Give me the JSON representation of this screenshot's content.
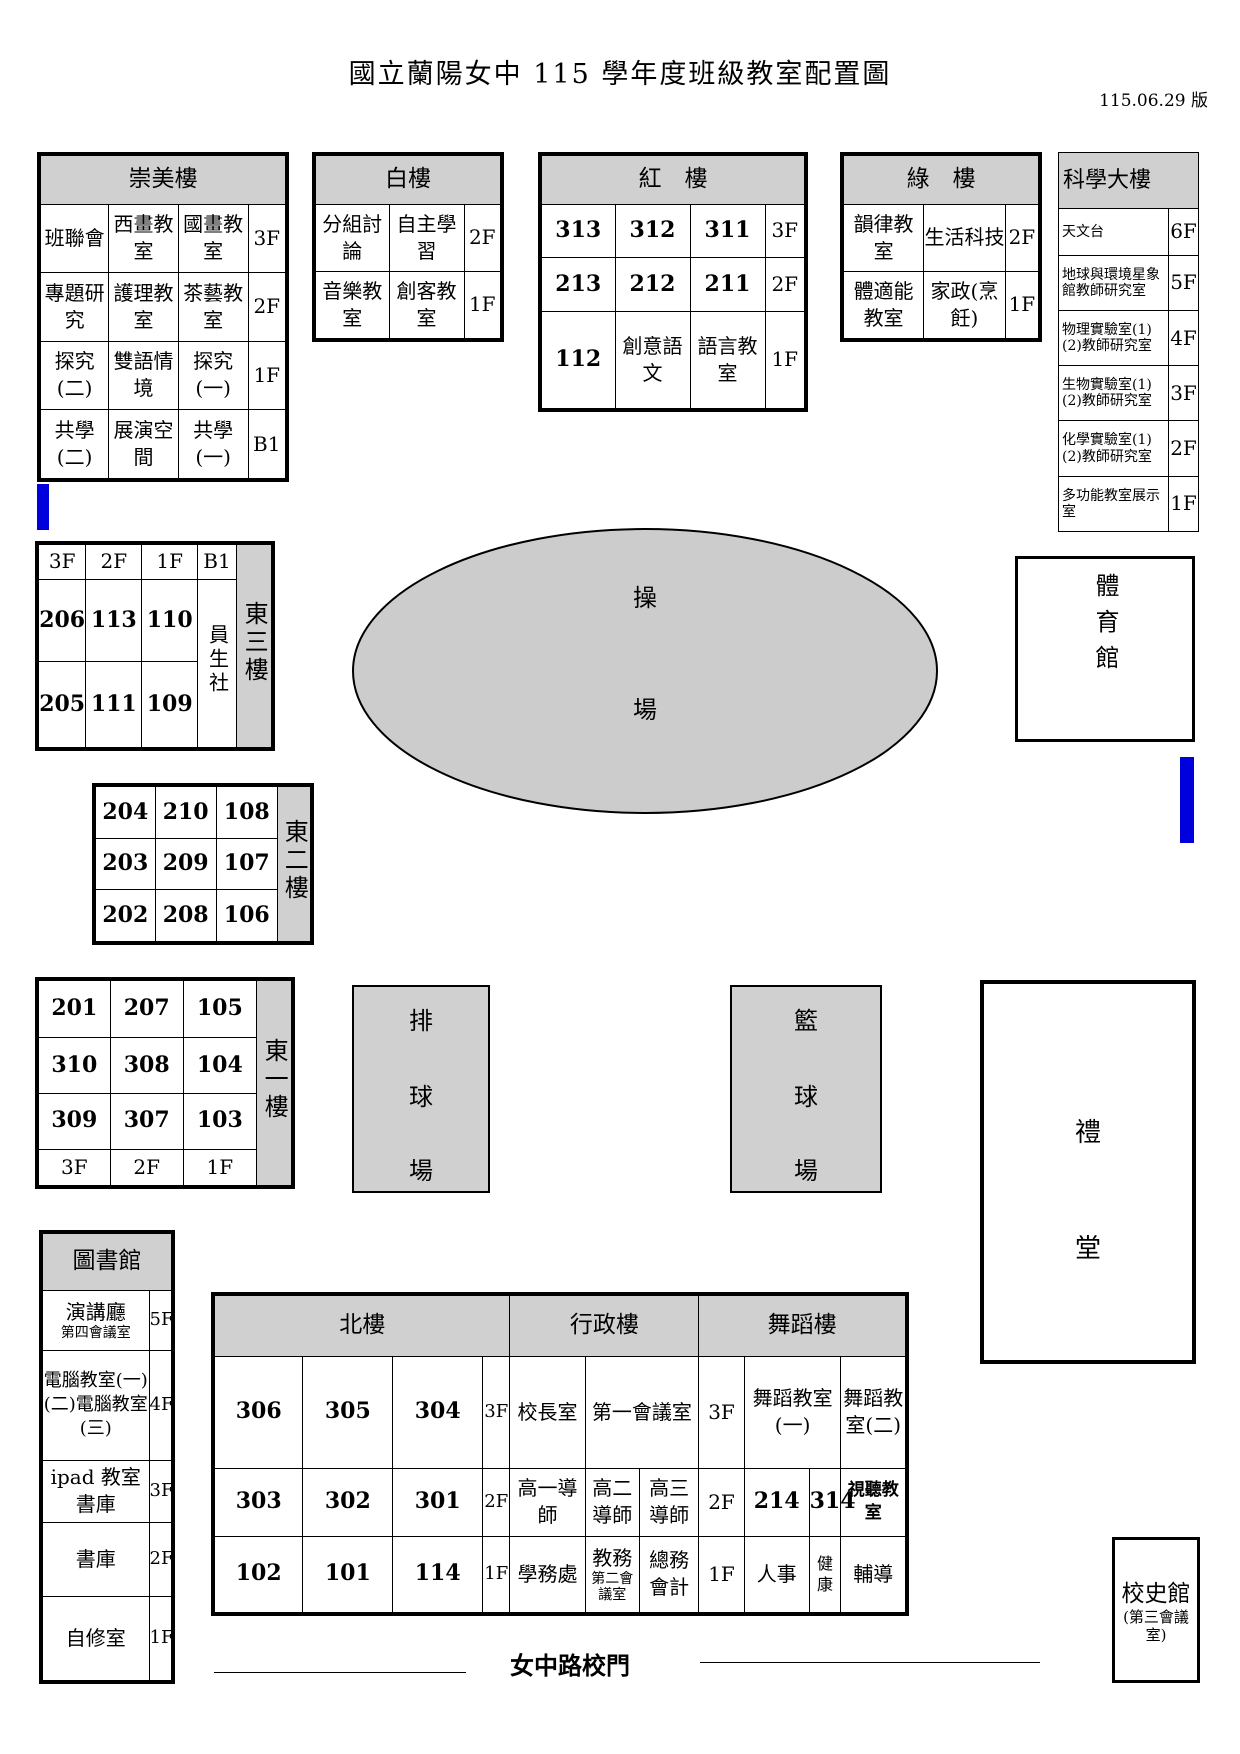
{
  "title": "國立蘭陽女中 115 學年度班級教室配置圖",
  "version": "115.06.29 版",
  "buildings": {
    "chongmei": {
      "name": "崇美樓",
      "rows": [
        {
          "cells": [
            "班聯會",
            "西畫教室",
            "國畫教室"
          ],
          "floor": "3F"
        },
        {
          "cells": [
            "專題研究",
            "護理教室",
            "茶藝教室"
          ],
          "floor": "2F"
        },
        {
          "cells": [
            "探究(二)",
            "雙語情境",
            "探究(一)"
          ],
          "floor": "1F"
        },
        {
          "cells": [
            "共學(二)",
            "展演空間",
            "共學(一)"
          ],
          "floor": "B1"
        }
      ]
    },
    "bai": {
      "name": "白樓",
      "rows": [
        {
          "cells": [
            "分組討論",
            "自主學習"
          ],
          "floor": "2F"
        },
        {
          "cells": [
            "音樂教室",
            "創客教室"
          ],
          "floor": "1F"
        }
      ]
    },
    "hong": {
      "name": "紅　樓",
      "rows": [
        {
          "cells": [
            "313",
            "312",
            "311"
          ],
          "floor": "3F"
        },
        {
          "cells": [
            "213",
            "212",
            "211"
          ],
          "floor": "2F"
        },
        {
          "cells": [
            "112",
            "創意語文",
            "語言教室"
          ],
          "floor": "1F"
        }
      ]
    },
    "lu": {
      "name": "綠　樓",
      "rows": [
        {
          "cells": [
            "韻律教室",
            "生活科技"
          ],
          "floor": "2F"
        },
        {
          "cells": [
            "體適能教室",
            "家政(烹飪)"
          ],
          "floor": "1F"
        }
      ]
    },
    "science": {
      "name": "科學大樓",
      "rows": [
        {
          "label": "天文台",
          "floor": "6F"
        },
        {
          "label": "地球與環境星象館教師研究室",
          "floor": "5F"
        },
        {
          "label": "物理實驗室(1)(2)教師研究室",
          "floor": "4F"
        },
        {
          "label": "生物實驗室(1)(2)教師研究室",
          "floor": "3F"
        },
        {
          "label": "化學實驗室(1)(2)教師研究室",
          "floor": "2F"
        },
        {
          "label": "多功能教室展示室",
          "floor": "1F"
        }
      ]
    },
    "east3": {
      "name": "東三樓",
      "floors": [
        "3F",
        "2F",
        "1F",
        "B1"
      ],
      "rows": [
        [
          "206",
          "113",
          "110"
        ],
        [
          "205",
          "111",
          "109"
        ]
      ],
      "coop": "員生社"
    },
    "east2": {
      "name": "東二樓",
      "rows": [
        [
          "204",
          "210",
          "108"
        ],
        [
          "203",
          "209",
          "107"
        ],
        [
          "202",
          "208",
          "106"
        ]
      ]
    },
    "east1": {
      "name": "東一樓",
      "rows": [
        [
          "201",
          "207",
          "105"
        ],
        [
          "310",
          "308",
          "104"
        ],
        [
          "309",
          "307",
          "103"
        ]
      ],
      "floors": [
        "3F",
        "2F",
        "1F"
      ]
    },
    "library": {
      "name": "圖書館",
      "rows": [
        {
          "label": "演講廳",
          "sub": "第四會議室",
          "floor": "5F"
        },
        {
          "label": "電腦教室(一)(二)電腦教室(三)",
          "floor": "4F"
        },
        {
          "label": "ipad 教室書庫",
          "floor": "3F"
        },
        {
          "label": "書庫",
          "floor": "2F"
        },
        {
          "label": "自修室",
          "floor": "1F"
        }
      ]
    },
    "north": {
      "name": "北樓",
      "rows": [
        {
          "cells": [
            "306",
            "305",
            "304"
          ],
          "floor": "3F"
        },
        {
          "cells": [
            "303",
            "302",
            "301"
          ],
          "floor": "2F"
        },
        {
          "cells": [
            "102",
            "101",
            "114"
          ],
          "floor": "1F"
        }
      ]
    },
    "admin": {
      "name": "行政樓",
      "r3": [
        "校長室",
        "第一會議室"
      ],
      "r2": [
        "高一導師",
        "高二導師",
        "高三導師"
      ],
      "r1": [
        "學務處",
        "教務",
        "第二會議室",
        "總務會計"
      ]
    },
    "dance": {
      "name": "舞蹈樓",
      "r3": [
        "舞蹈教室(一)",
        "舞蹈教室(二)"
      ],
      "r2": [
        "214",
        "314",
        "視聽教室"
      ],
      "r1": [
        "人事",
        "健康",
        "輔導"
      ],
      "floors": [
        "3F",
        "2F",
        "1F"
      ]
    }
  },
  "areas": {
    "playground": [
      "操",
      "場"
    ],
    "gym": "體育館",
    "volleyball": [
      "排",
      "球",
      "場"
    ],
    "basketball": [
      "籃",
      "球",
      "場"
    ],
    "auditorium": [
      "禮",
      "堂"
    ],
    "history": {
      "name": "校史館",
      "sub": "(第三會議室)"
    },
    "gate": "女中路校門"
  },
  "colors": {
    "header_gray": "#d0d0d0",
    "field_gray": "#cccccc",
    "marker_blue": "#0000dd"
  }
}
